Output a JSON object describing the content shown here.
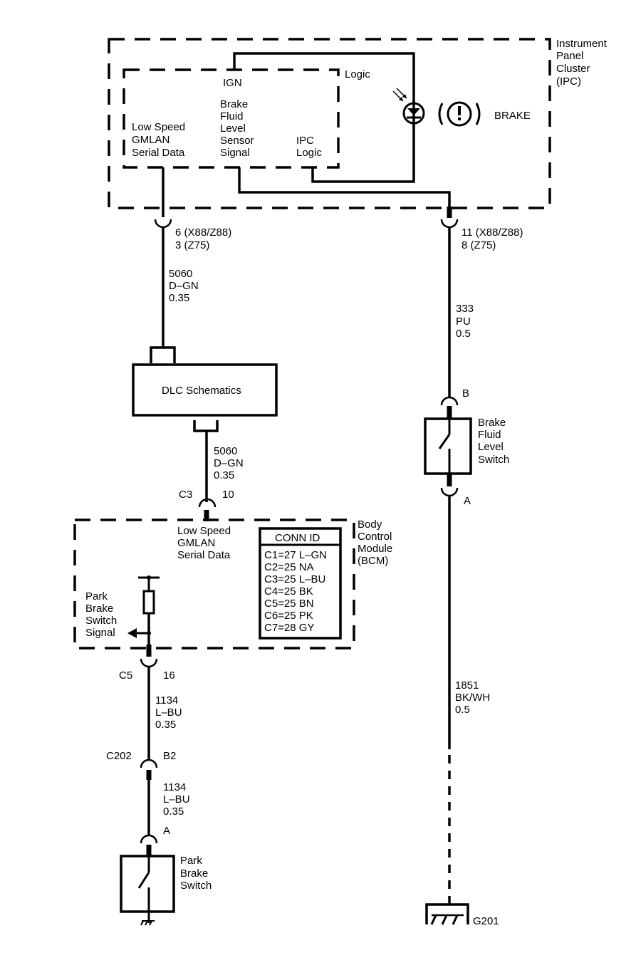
{
  "ipc": {
    "name_lines": [
      "Instrument",
      "Panel",
      "Cluster",
      "(IPC)"
    ],
    "logic_label": "Logic",
    "ign_label": "IGN",
    "gmlan_lines": [
      "Low Speed",
      "GMLAN",
      "Serial Data"
    ],
    "sensor_lines": [
      "Brake",
      "Fluid",
      "Level",
      "Sensor",
      "Signal"
    ],
    "ipc_logic_lines": [
      "IPC",
      "Logic"
    ],
    "indicator_label": "BRAKE",
    "indicator_icon": "brake-warning-icon"
  },
  "left_connector_top": {
    "pins": [
      "6 (X88/Z88)",
      "3 (Z75)"
    ]
  },
  "right_connector_top": {
    "pins": [
      "11 (X88/Z88)",
      "8 (Z75)"
    ]
  },
  "wire_5060_upper": {
    "circuit": "5060",
    "color": "D–GN",
    "size": "0.35"
  },
  "dlc": {
    "label": "DLC Schematics"
  },
  "wire_5060_lower": {
    "circuit": "5060",
    "color": "D–GN",
    "size": "0.35"
  },
  "bcm_connector_c3": {
    "connector": "C3",
    "pin": "10"
  },
  "bcm": {
    "name_lines": [
      "Body",
      "Control",
      "Module",
      "(BCM)"
    ],
    "gmlan_lines": [
      "Low Speed",
      "GMLAN",
      "Serial Data"
    ],
    "park_signal_lines": [
      "Park",
      "Brake",
      "Switch",
      "Signal"
    ],
    "conn_id": {
      "title": "CONN ID",
      "rows": [
        "C1=27 L–GN",
        "C2=25 NA",
        "C3=25 L–BU",
        "C4=25 BK",
        "C5=25 BN",
        "C6=25 PK",
        "C7=28 GY"
      ]
    }
  },
  "bcm_connector_c5": {
    "connector": "C5",
    "pin": "16"
  },
  "wire_1134_upper": {
    "circuit": "1134",
    "color": "L–BU",
    "size": "0.35"
  },
  "inline_c202": {
    "connector": "C202",
    "pin": "B2"
  },
  "wire_1134_lower": {
    "circuit": "1134",
    "color": "L–BU",
    "size": "0.35"
  },
  "park_switch": {
    "pin": "A",
    "name_lines": [
      "Park",
      "Brake",
      "Switch"
    ]
  },
  "wire_333": {
    "circuit": "333",
    "color": "PU",
    "size": "0.5"
  },
  "fluid_switch": {
    "pin_top": "B",
    "pin_bottom": "A",
    "name_lines": [
      "Brake",
      "Fluid",
      "Level",
      "Switch"
    ]
  },
  "wire_1851": {
    "circuit": "1851",
    "color": "BK/WH",
    "size": "0.5"
  },
  "ground": {
    "label": "G201"
  }
}
